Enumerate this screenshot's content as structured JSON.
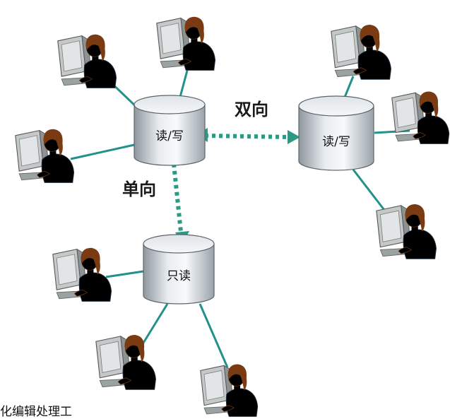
{
  "labels": {
    "bidirectional": "双向",
    "unidirectional": "单向"
  },
  "databases": {
    "db1": "读/写",
    "db2": "读/写",
    "db3": "只读"
  },
  "caption": "化编辑处理工",
  "colors": {
    "link": "#22918a",
    "arrow": "#2a9a82",
    "shirt_green": "#4fc04a",
    "shirt_blue": "#2a5fb8",
    "hair": "#7a3a12",
    "skin": "#e8b484",
    "skin_dark": "#9b5a2e",
    "monitor": "#b7bcbc"
  }
}
